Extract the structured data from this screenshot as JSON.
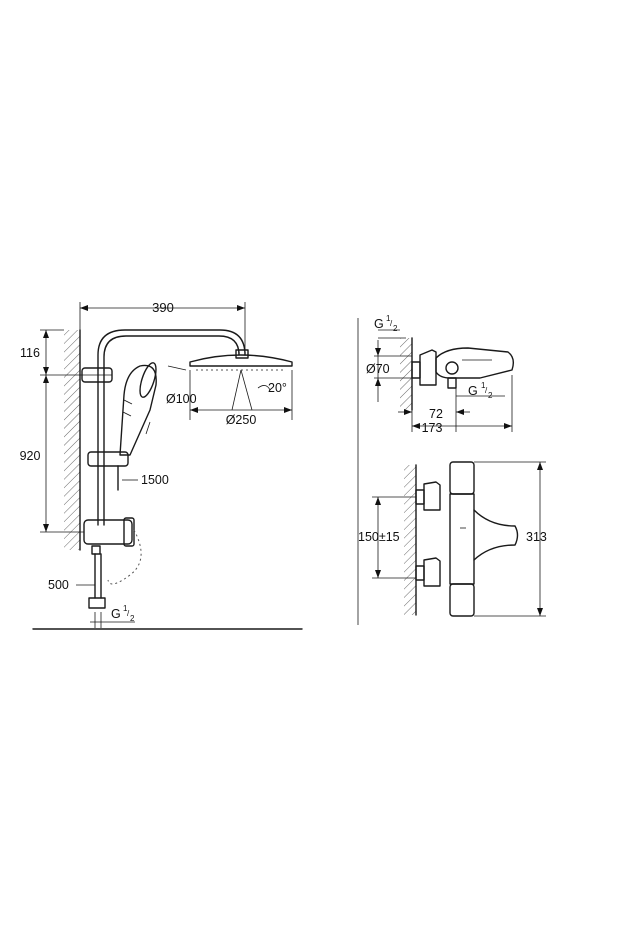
{
  "left_drawing": {
    "width_label": "390",
    "height_top_label": "116",
    "height_main_label": "920",
    "hand_shower_label": "Ø100",
    "head_diameter_label": "Ø250",
    "angle_label": "20°",
    "hose_label": "1500",
    "lower_hose_label": "500",
    "thread_label": "G",
    "thread_sup": "1",
    "thread_sub": "2"
  },
  "right_top_drawing": {
    "thread_top_label": "G",
    "thread_top_sup": "1",
    "thread_top_sub": "2",
    "diameter_label": "Ø70",
    "thread_right_label": "G",
    "thread_right_sup": "1",
    "thread_right_sub": "2",
    "depth_label": "72",
    "total_depth_label": "173"
  },
  "right_bottom_drawing": {
    "spacing_label": "150±15",
    "height_label": "313"
  }
}
